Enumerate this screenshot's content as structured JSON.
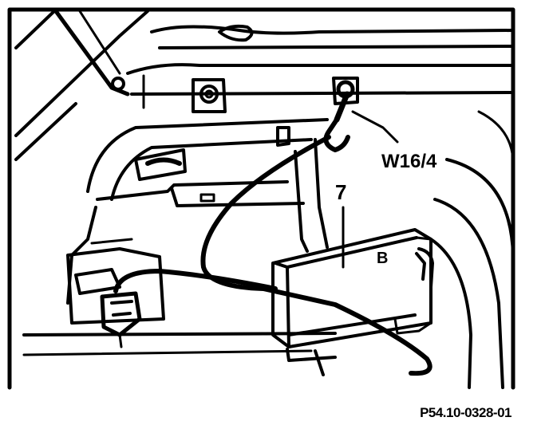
{
  "labels": {
    "connector": "W16/4",
    "component_number": "7",
    "component_letter": "B"
  },
  "caption": "P54.10-0328-01",
  "colors": {
    "ink": "#000000",
    "paper": "#ffffff"
  }
}
